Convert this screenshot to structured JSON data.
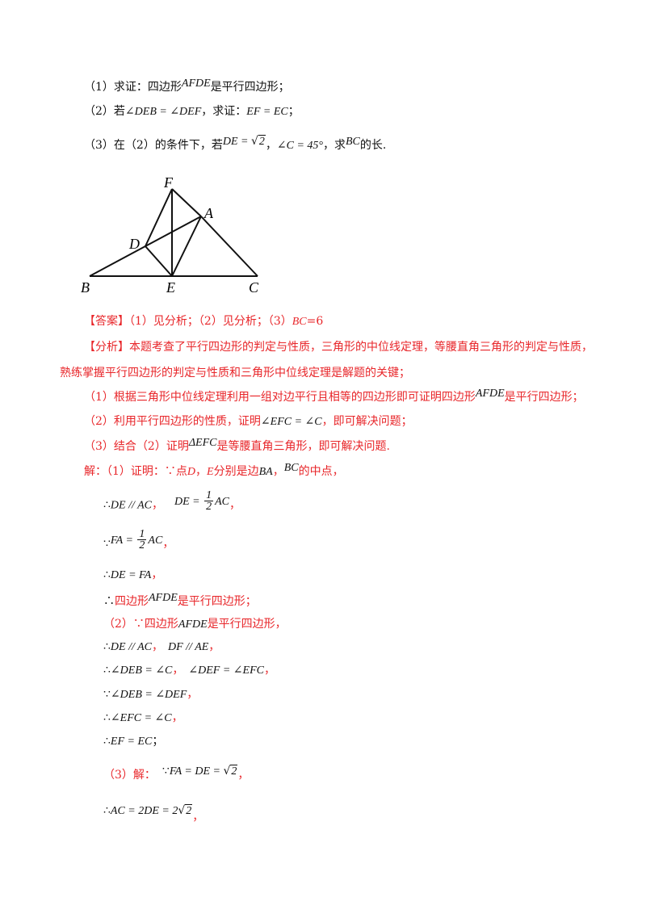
{
  "question": {
    "p1": {
      "num": "（1）",
      "text1": "求证：四边形",
      "math": "AFDE",
      "text2": "是平行四边形；"
    },
    "p2": {
      "num": "（2）",
      "text1": "若",
      "math1": "∠DEB = ∠DEF",
      "text2": "，求证：",
      "math2": "EF = EC",
      "text3": "；"
    },
    "p3": {
      "num": "（3）",
      "text1": "在（2）的条件下，若",
      "math1": "DE = ",
      "rad1": "2",
      "text2": "，",
      "math2": "∠C = 45°",
      "text3": "，求",
      "math3": "BC",
      "text4": "的长."
    }
  },
  "figure": {
    "labels": {
      "F": "F",
      "A": "A",
      "D": "D",
      "B": "B",
      "E": "E",
      "C": "C"
    }
  },
  "answer": {
    "tag": "【答案】",
    "text1": "（1）见分析；（2）见分析；（3）",
    "math": "BC",
    "text2": "=6"
  },
  "analysis": {
    "tag": "【分析】",
    "line1": "本题考查了平行四边形的判定与性质，三角形的中位线定理，等腰直角三角形的判定与性质，",
    "line2": "熟练掌握平行四边形的判定与性质和三角形中位线定理是解题的关键；",
    "l3": {
      "text1": "（1）根据三角形中位线定理利用一组对边平行且相等的四边形即可证明四边形",
      "math": "AFDE",
      "text2": "是平行四边形；"
    },
    "l4": {
      "text1": "（2）利用平行四边形的性质，证明",
      "math": "∠EFC = ∠C",
      "text2": "，即可解决问题；"
    },
    "l5": {
      "text1": "（3）结合（2）证明",
      "math": "ΔEFC",
      "text2": "是等腰直角三角形，即可解决问题."
    }
  },
  "solution": {
    "s1": {
      "text1": "解：（1）证明：∵点",
      "m1": "D",
      "text2": "，",
      "m2": "E",
      "text3": "分别是边",
      "m3": "BA",
      "text4": "，",
      "m4": "BC",
      "text5": "的中点，"
    },
    "s2": {
      "therefore": "∴",
      "math1": "DE // AC",
      "comma1": "，",
      "math2": "DE = ",
      "frac_n": "1",
      "frac_d": "2",
      "math3": "AC",
      "comma2": "，"
    },
    "s3": {
      "because": "∵",
      "math1": "FA = ",
      "frac_n": "1",
      "frac_d": "2",
      "math2": "AC",
      "comma": "，"
    },
    "s4": {
      "therefore": "∴",
      "math": "DE = FA",
      "comma": "，"
    },
    "s5": {
      "therefore": "∴",
      "text1": "四边形",
      "math": "AFDE",
      "text2": "是平行四边形；"
    },
    "s6": {
      "text1": "（2）∵四边形",
      "math": "AFDE",
      "text2": "是平行四边形，"
    },
    "s7": {
      "therefore": "∴",
      "math1": "DE // AC",
      "comma1": "，",
      "math2": "DF // AE",
      "comma2": "，"
    },
    "s8": {
      "therefore": "∴",
      "math1": "∠DEB = ∠C",
      "comma1": "，",
      "math2": "∠DEF = ∠EFC",
      "comma2": "，"
    },
    "s9": {
      "because": "∵",
      "math": "∠DEB = ∠DEF",
      "comma": "，"
    },
    "s10": {
      "therefore": "∴",
      "math": "∠EFC = ∠C",
      "comma": "，"
    },
    "s11": {
      "therefore": "∴",
      "math": "EF = EC",
      "semi": "；"
    },
    "s12": {
      "text1": "（3）解：",
      "because": "∵",
      "math": "FA = DE = ",
      "rad": "2",
      "comma": "，"
    },
    "s13": {
      "therefore": "∴",
      "math": "AC = 2DE = 2",
      "rad": "2",
      "comma": "，"
    }
  },
  "colors": {
    "red": "#e8262a",
    "black": "#111111"
  }
}
